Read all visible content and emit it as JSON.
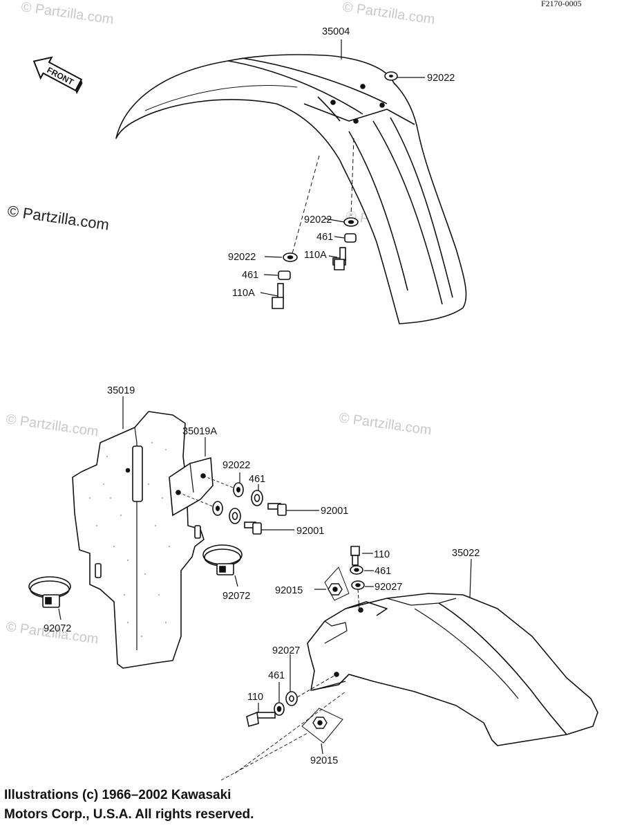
{
  "diagram_code": "F2170-0005",
  "watermark": "© Partzilla.com",
  "direction_label": "FRONT",
  "parts": {
    "front_fender": "35004",
    "front_washer_top": "92022",
    "front_washer_r": "92022",
    "front_collar_r": "461",
    "front_bolt_r": "110A",
    "front_washer_l": "92022",
    "front_collar_l": "461",
    "front_bolt_l": "110A",
    "mud_flap": "35019",
    "mud_flap_bracket": "35019A",
    "flap_washer": "92022",
    "flap_collar": "461",
    "flap_bolt_upper": "92001",
    "flap_bolt_lower": "92001",
    "band_right": "92072",
    "band_left": "92072",
    "rear_fender": "35022",
    "rear_bolt_top": "110",
    "rear_collar_top": "461",
    "rear_grommet_top": "92027",
    "rear_nut_top": "92015",
    "rear_grommet_side": "92027",
    "rear_collar_side": "461",
    "rear_bolt_side": "110",
    "rear_nut_bottom": "92015"
  },
  "copyright": {
    "line1": "Illustrations (c) 1966–2002 Kawasaki",
    "line2": "Motors Corp., U.S.A.  All rights reserved."
  }
}
